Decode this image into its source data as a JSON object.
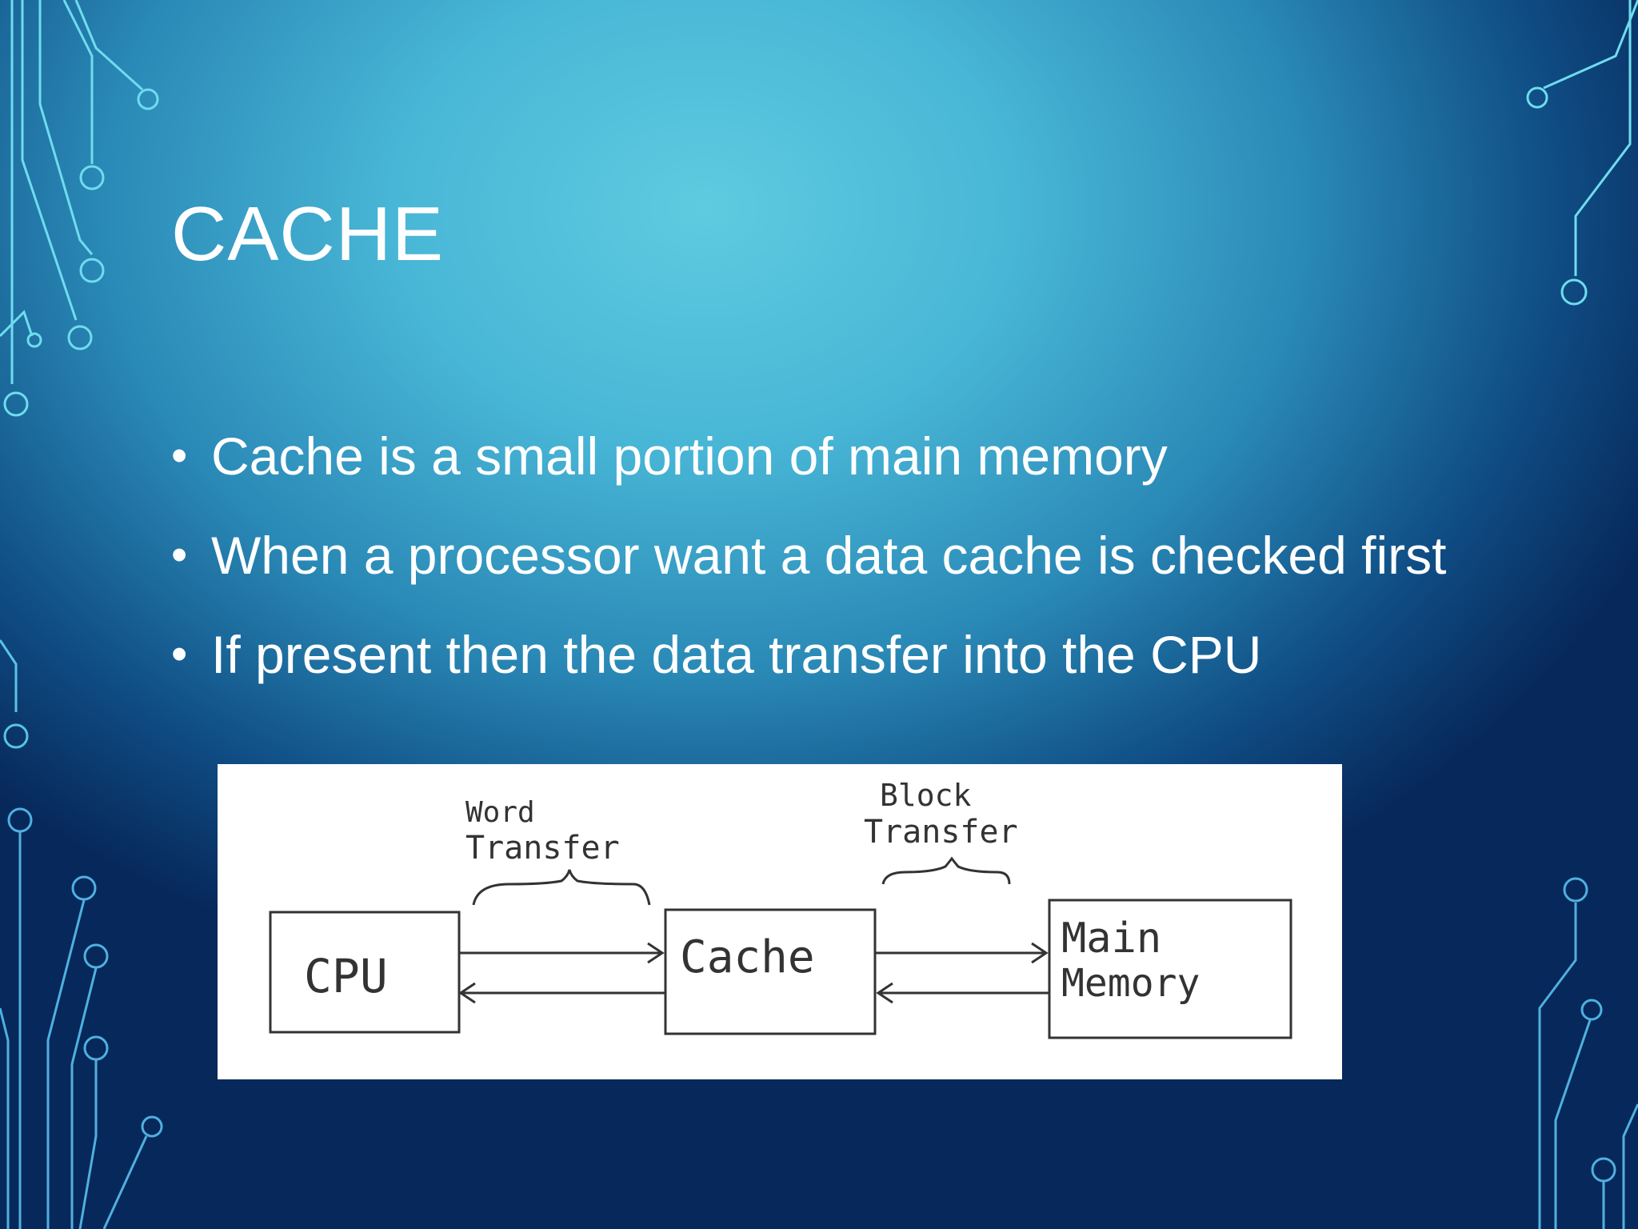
{
  "slide": {
    "title": "CACHE",
    "bullets": [
      "Cache is a small portion of main memory",
      "When a processor want a data cache is checked first",
      "If present then the data transfer into the CPU"
    ]
  },
  "diagram": {
    "cpu_label": "CPU",
    "cache_label": "Cache",
    "memory_label_line1": "Main",
    "memory_label_line2": "Memory",
    "word_transfer_line1": "Word",
    "word_transfer_line2": "Transfer",
    "block_transfer_line1": "Block",
    "block_transfer_line2": "Transfer"
  },
  "colors": {
    "text": "#ffffff",
    "circuit": "#6fe0f2"
  }
}
